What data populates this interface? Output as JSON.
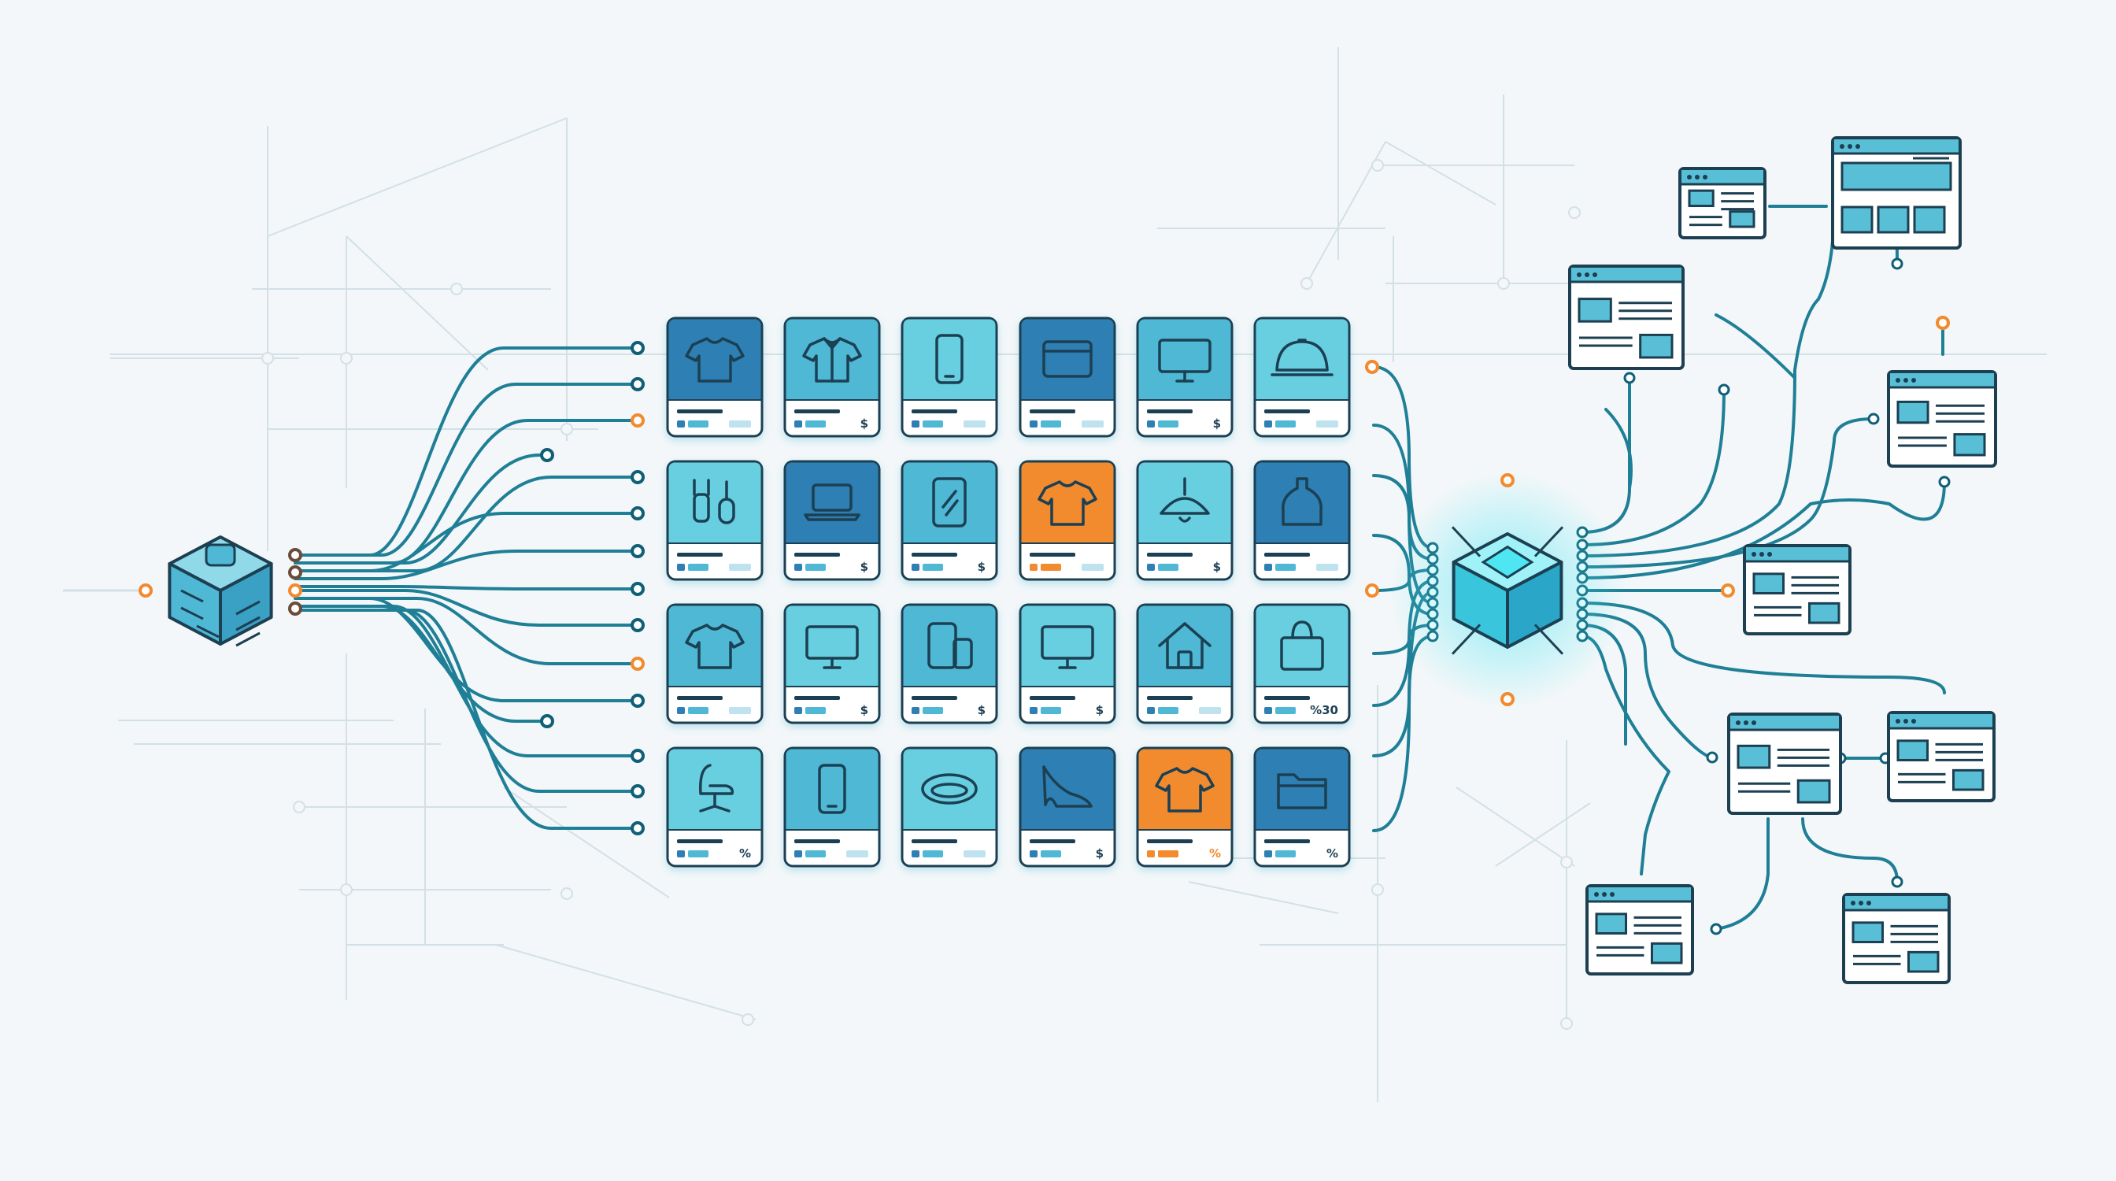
{
  "colors": {
    "background": "#f3f7f9",
    "grid_line": "#d3e0e6",
    "wire": "#1e7f96",
    "wire_dark": "#0f5f76",
    "outline": "#1c3f52",
    "accent": "#f28a2e",
    "teal_light": "#67cfe0",
    "teal_mid": "#4fb8d4",
    "blue_dark": "#2f7fb3",
    "glow": "#4de6f2",
    "page_header": "#59bfd6",
    "card_footer": "#ffffff"
  },
  "source": {
    "icon": "cube-icon"
  },
  "hub": {
    "icon": "glowing-cube-icon"
  },
  "catalog": {
    "rows": [
      [
        {
          "icon": "tshirt-icon",
          "shade": "dark",
          "badge": ""
        },
        {
          "icon": "shirt-icon",
          "shade": "mid",
          "badge": "$"
        },
        {
          "icon": "phone-icon",
          "shade": "light",
          "badge": ""
        },
        {
          "icon": "browser-window-icon",
          "shade": "dark",
          "badge": ""
        },
        {
          "icon": "monitor-icon",
          "shade": "mid",
          "badge": "$"
        },
        {
          "icon": "cloche-icon",
          "shade": "light",
          "badge": ""
        }
      ],
      [
        {
          "icon": "tools-icon",
          "shade": "light",
          "badge": ""
        },
        {
          "icon": "laptop-icon",
          "shade": "dark",
          "badge": "$"
        },
        {
          "icon": "tablet-icon",
          "shade": "mid",
          "badge": "$"
        },
        {
          "icon": "tshirt-icon",
          "shade": "accent",
          "badge": ""
        },
        {
          "icon": "lamp-icon",
          "shade": "light",
          "badge": "$"
        },
        {
          "icon": "bottle-icon",
          "shade": "dark",
          "badge": ""
        }
      ],
      [
        {
          "icon": "tshirt-icon",
          "shade": "mid",
          "badge": ""
        },
        {
          "icon": "monitor-icon",
          "shade": "light",
          "badge": "$"
        },
        {
          "icon": "devices-icon",
          "shade": "mid",
          "badge": "$"
        },
        {
          "icon": "monitor-icon",
          "shade": "light",
          "badge": "$"
        },
        {
          "icon": "house-icon",
          "shade": "mid",
          "badge": ""
        },
        {
          "icon": "shopping-bag-icon",
          "shade": "light",
          "badge": "%30"
        }
      ],
      [
        {
          "icon": "chair-icon",
          "shade": "light",
          "badge": "%"
        },
        {
          "icon": "phone-icon",
          "shade": "mid",
          "badge": ""
        },
        {
          "icon": "pet-bed-icon",
          "shade": "light",
          "badge": ""
        },
        {
          "icon": "high-heel-icon",
          "shade": "dark",
          "badge": "$"
        },
        {
          "icon": "tshirt-icon",
          "shade": "accent",
          "badge": "%"
        },
        {
          "icon": "folder-icon",
          "shade": "dark",
          "badge": "%"
        }
      ]
    ]
  },
  "pages": [
    {
      "name": "page-a",
      "layout": "b"
    },
    {
      "name": "page-b",
      "layout": "c"
    },
    {
      "name": "page-c",
      "layout": "a"
    },
    {
      "name": "page-d",
      "layout": "a"
    },
    {
      "name": "page-e",
      "layout": "a"
    },
    {
      "name": "page-f",
      "layout": "a"
    },
    {
      "name": "page-g",
      "layout": "a"
    },
    {
      "name": "page-h",
      "layout": "a"
    },
    {
      "name": "page-i",
      "layout": "a"
    }
  ]
}
